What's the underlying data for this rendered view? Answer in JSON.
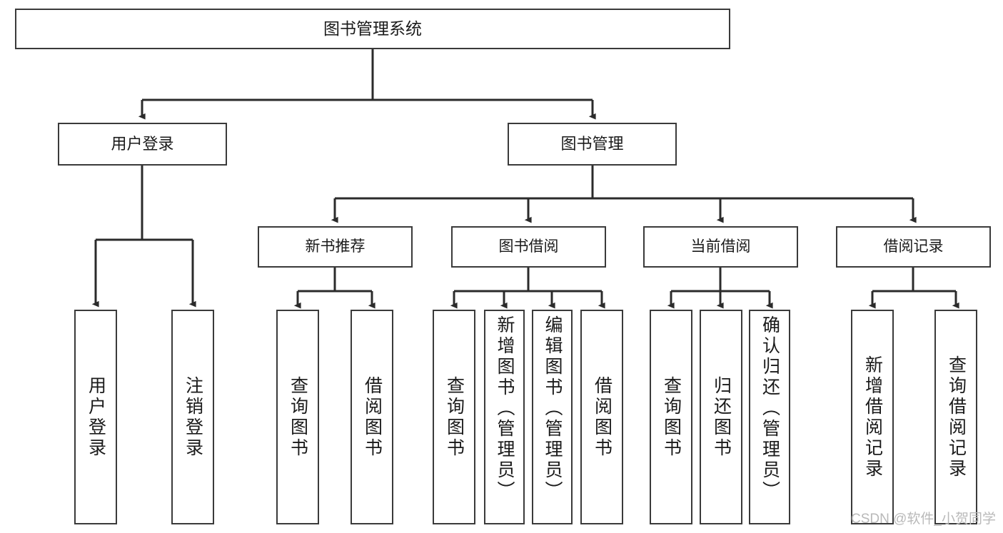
{
  "diagram": {
    "type": "tree-hierarchy-chart",
    "title": "图书管理系统",
    "line_color": "#3a3a3a",
    "box_fill": "#ffffff",
    "text_color": "#1a1a1a"
  },
  "root": {
    "label": "图书管理系统"
  },
  "level2": [
    {
      "label": "用户登录"
    },
    {
      "label": "图书管理"
    }
  ],
  "level3": [
    {
      "label": "新书推荐"
    },
    {
      "label": "图书借阅"
    },
    {
      "label": "当前借阅"
    },
    {
      "label": "借阅记录"
    }
  ],
  "leaves": {
    "user_login": [
      {
        "label": "用户登录"
      },
      {
        "label": "注销登录"
      }
    ],
    "new_book": [
      {
        "label": "查询图书"
      },
      {
        "label": "借阅图书"
      }
    ],
    "book_borrow": [
      {
        "label": "查询图书"
      },
      {
        "label": "新增图书（管理员）"
      },
      {
        "label": "编辑图书（管理员）"
      },
      {
        "label": "借阅图书"
      }
    ],
    "current_borrow": [
      {
        "label": "查询图书"
      },
      {
        "label": "归还图书"
      },
      {
        "label": "确认归还（管理员）"
      }
    ],
    "borrow_record": [
      {
        "label": "新增借阅记录"
      },
      {
        "label": "查询借阅记录"
      }
    ]
  },
  "watermark": {
    "text": "CSDN @软件_小贺同学"
  }
}
